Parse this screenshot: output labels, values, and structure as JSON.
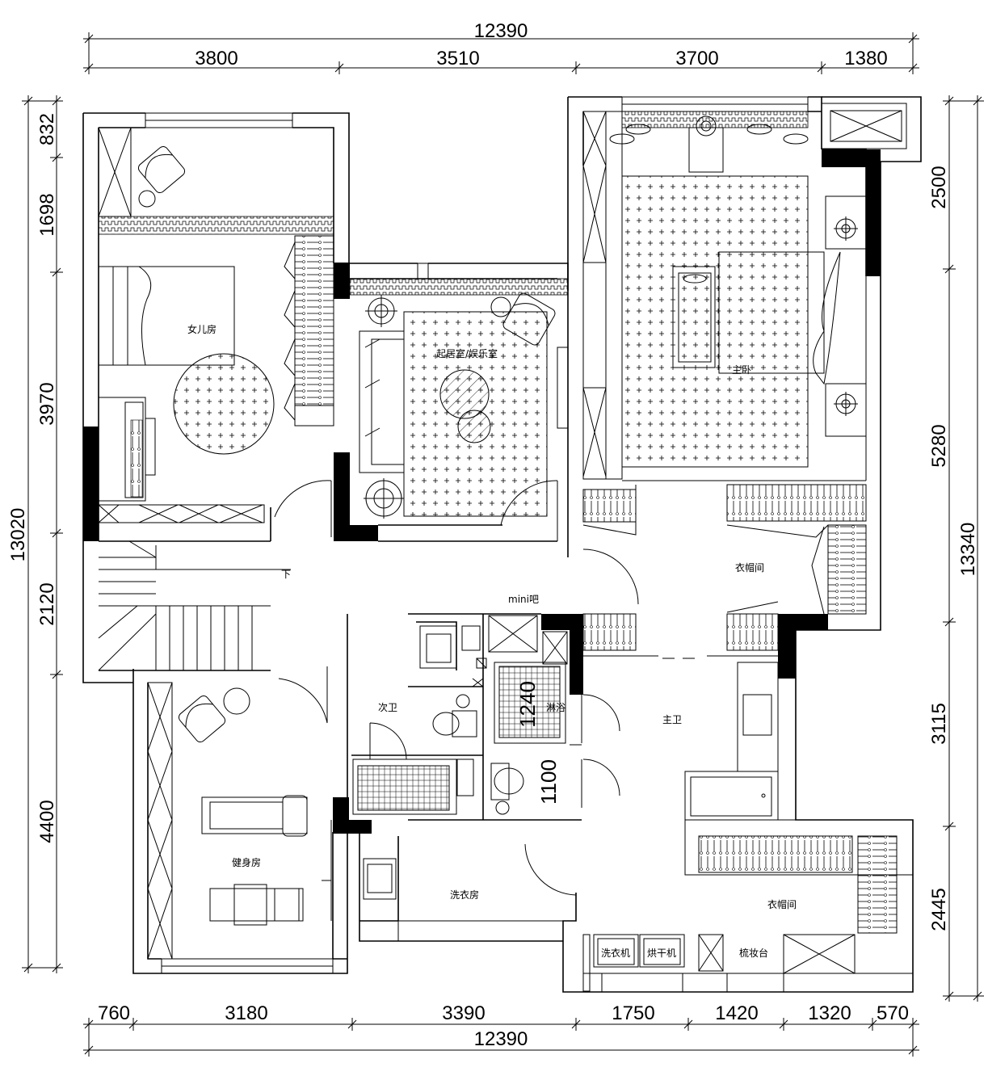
{
  "dimensions": {
    "top_total": "12390",
    "top_segments": [
      "3800",
      "3510",
      "3700",
      "1380"
    ],
    "bottom_segments": [
      "760",
      "3180",
      "3390",
      "1750",
      "1420",
      "1320",
      "570"
    ],
    "bottom_total": "12390",
    "left_segments": [
      "832",
      "1698",
      "3970",
      "2120",
      "4400"
    ],
    "left_total": "13020",
    "right_segments": [
      "2500",
      "5280",
      "3115",
      "2445"
    ],
    "right_total": "13340"
  },
  "rooms": {
    "daughter_room": "女儿房",
    "living_entertainment": "起居室/娱乐室",
    "master_bedroom": "主卧",
    "walk_in_closet_1": "衣帽间",
    "mini_bar": "mini吧",
    "secondary_bath": "次卫",
    "master_bath": "主卫",
    "gym": "健身房",
    "laundry_room": "洗衣房",
    "walk_in_closet_2": "衣帽间",
    "washer": "洗衣机",
    "dryer": "烘干机",
    "vanity": "梳妆台",
    "stairs_down": "下",
    "shower_label": "淋浴"
  },
  "inline_dims": {
    "shower_width": "1240",
    "toilet_width": "1100"
  }
}
